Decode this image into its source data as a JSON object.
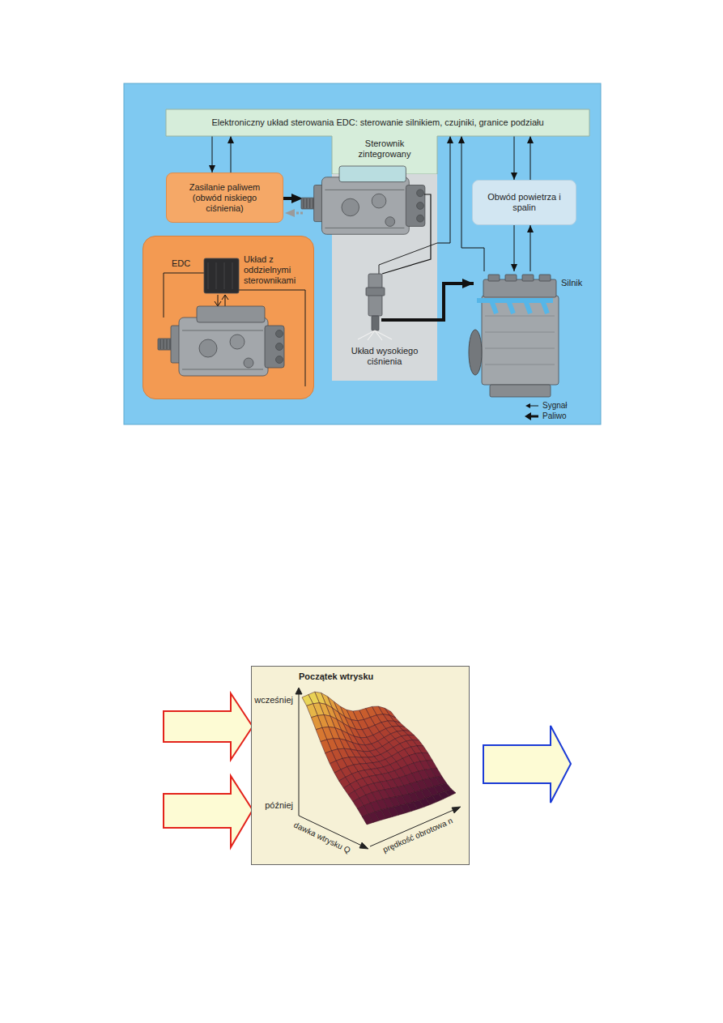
{
  "diagram": {
    "nodes": [
      {
        "text": [
          "Elektroniczny układ sterowania EDC: sterowanie silnikiem, czujniki, granice podziału"
        ]
      },
      {
        "text": [
          "Zasilanie paliwem (obwód niskiego ciśnienia)"
        ]
      },
      {
        "text": [
          "Obwód powietrza i spalin"
        ]
      },
      {
        "text": [
          "Układ z oddzielnymi sterownikami"
        ]
      },
      {
        "text": [
          "Układ wysokiego ciśnienia"
        ]
      },
      {
        "text": [
          "Silnik"
        ]
      },
      {
        "text": [
          "Początek wtrysku"
        ]
      }
    ],
    "edges": [
      {
        "from": 0,
        "to": 1,
        "arrow": "to"
      },
      {
        "from": 1,
        "to": 0,
        "arrow": "to"
      },
      {
        "from": 0,
        "to": 2,
        "arrow": "to"
      },
      {
        "from": 2,
        "to": 0,
        "arrow": "to"
      },
      {
        "from": 2,
        "to": 5,
        "arrow": "to"
      },
      {
        "from": 5,
        "to": 2,
        "arrow": "to"
      },
      {
        "from": 4,
        "to": 5,
        "arrow": "to"
      },
      {
        "from": 4,
        "to": 0,
        "arrow": "to"
      },
      {
        "from": 5,
        "to": 0,
        "arrow": "to"
      }
    ],
    "labels": [
      "Sterownik zintegrowany",
      "EDC",
      "wcześniej",
      "później",
      "dawka wtrysku Q",
      "prędkość obrotowa n"
    ],
    "legend": [
      {
        "text": "Sygnał"
      },
      {
        "text": "Paliwo"
      }
    ]
  }
}
